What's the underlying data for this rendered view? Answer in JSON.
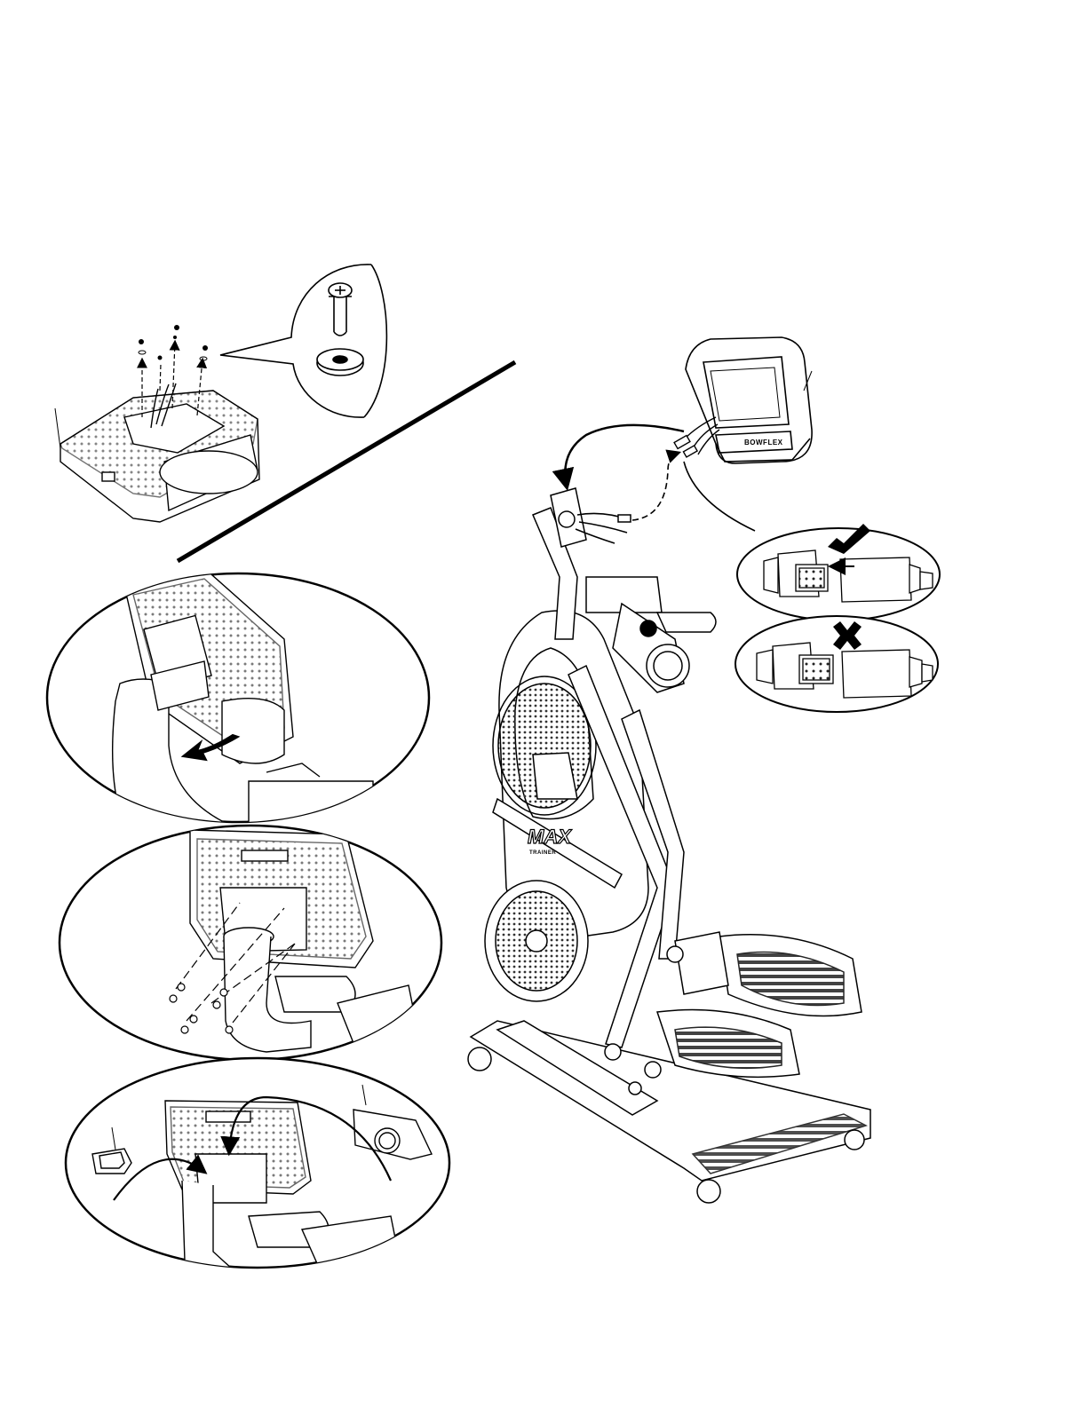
{
  "page": {
    "console_brand": "BOWFLEX",
    "frame_logo": "MAX",
    "frame_logo_sub": "TRAINER"
  },
  "icons": {
    "connector_ok": "check-mark-icon",
    "connector_wrong": "x-mark-icon"
  }
}
